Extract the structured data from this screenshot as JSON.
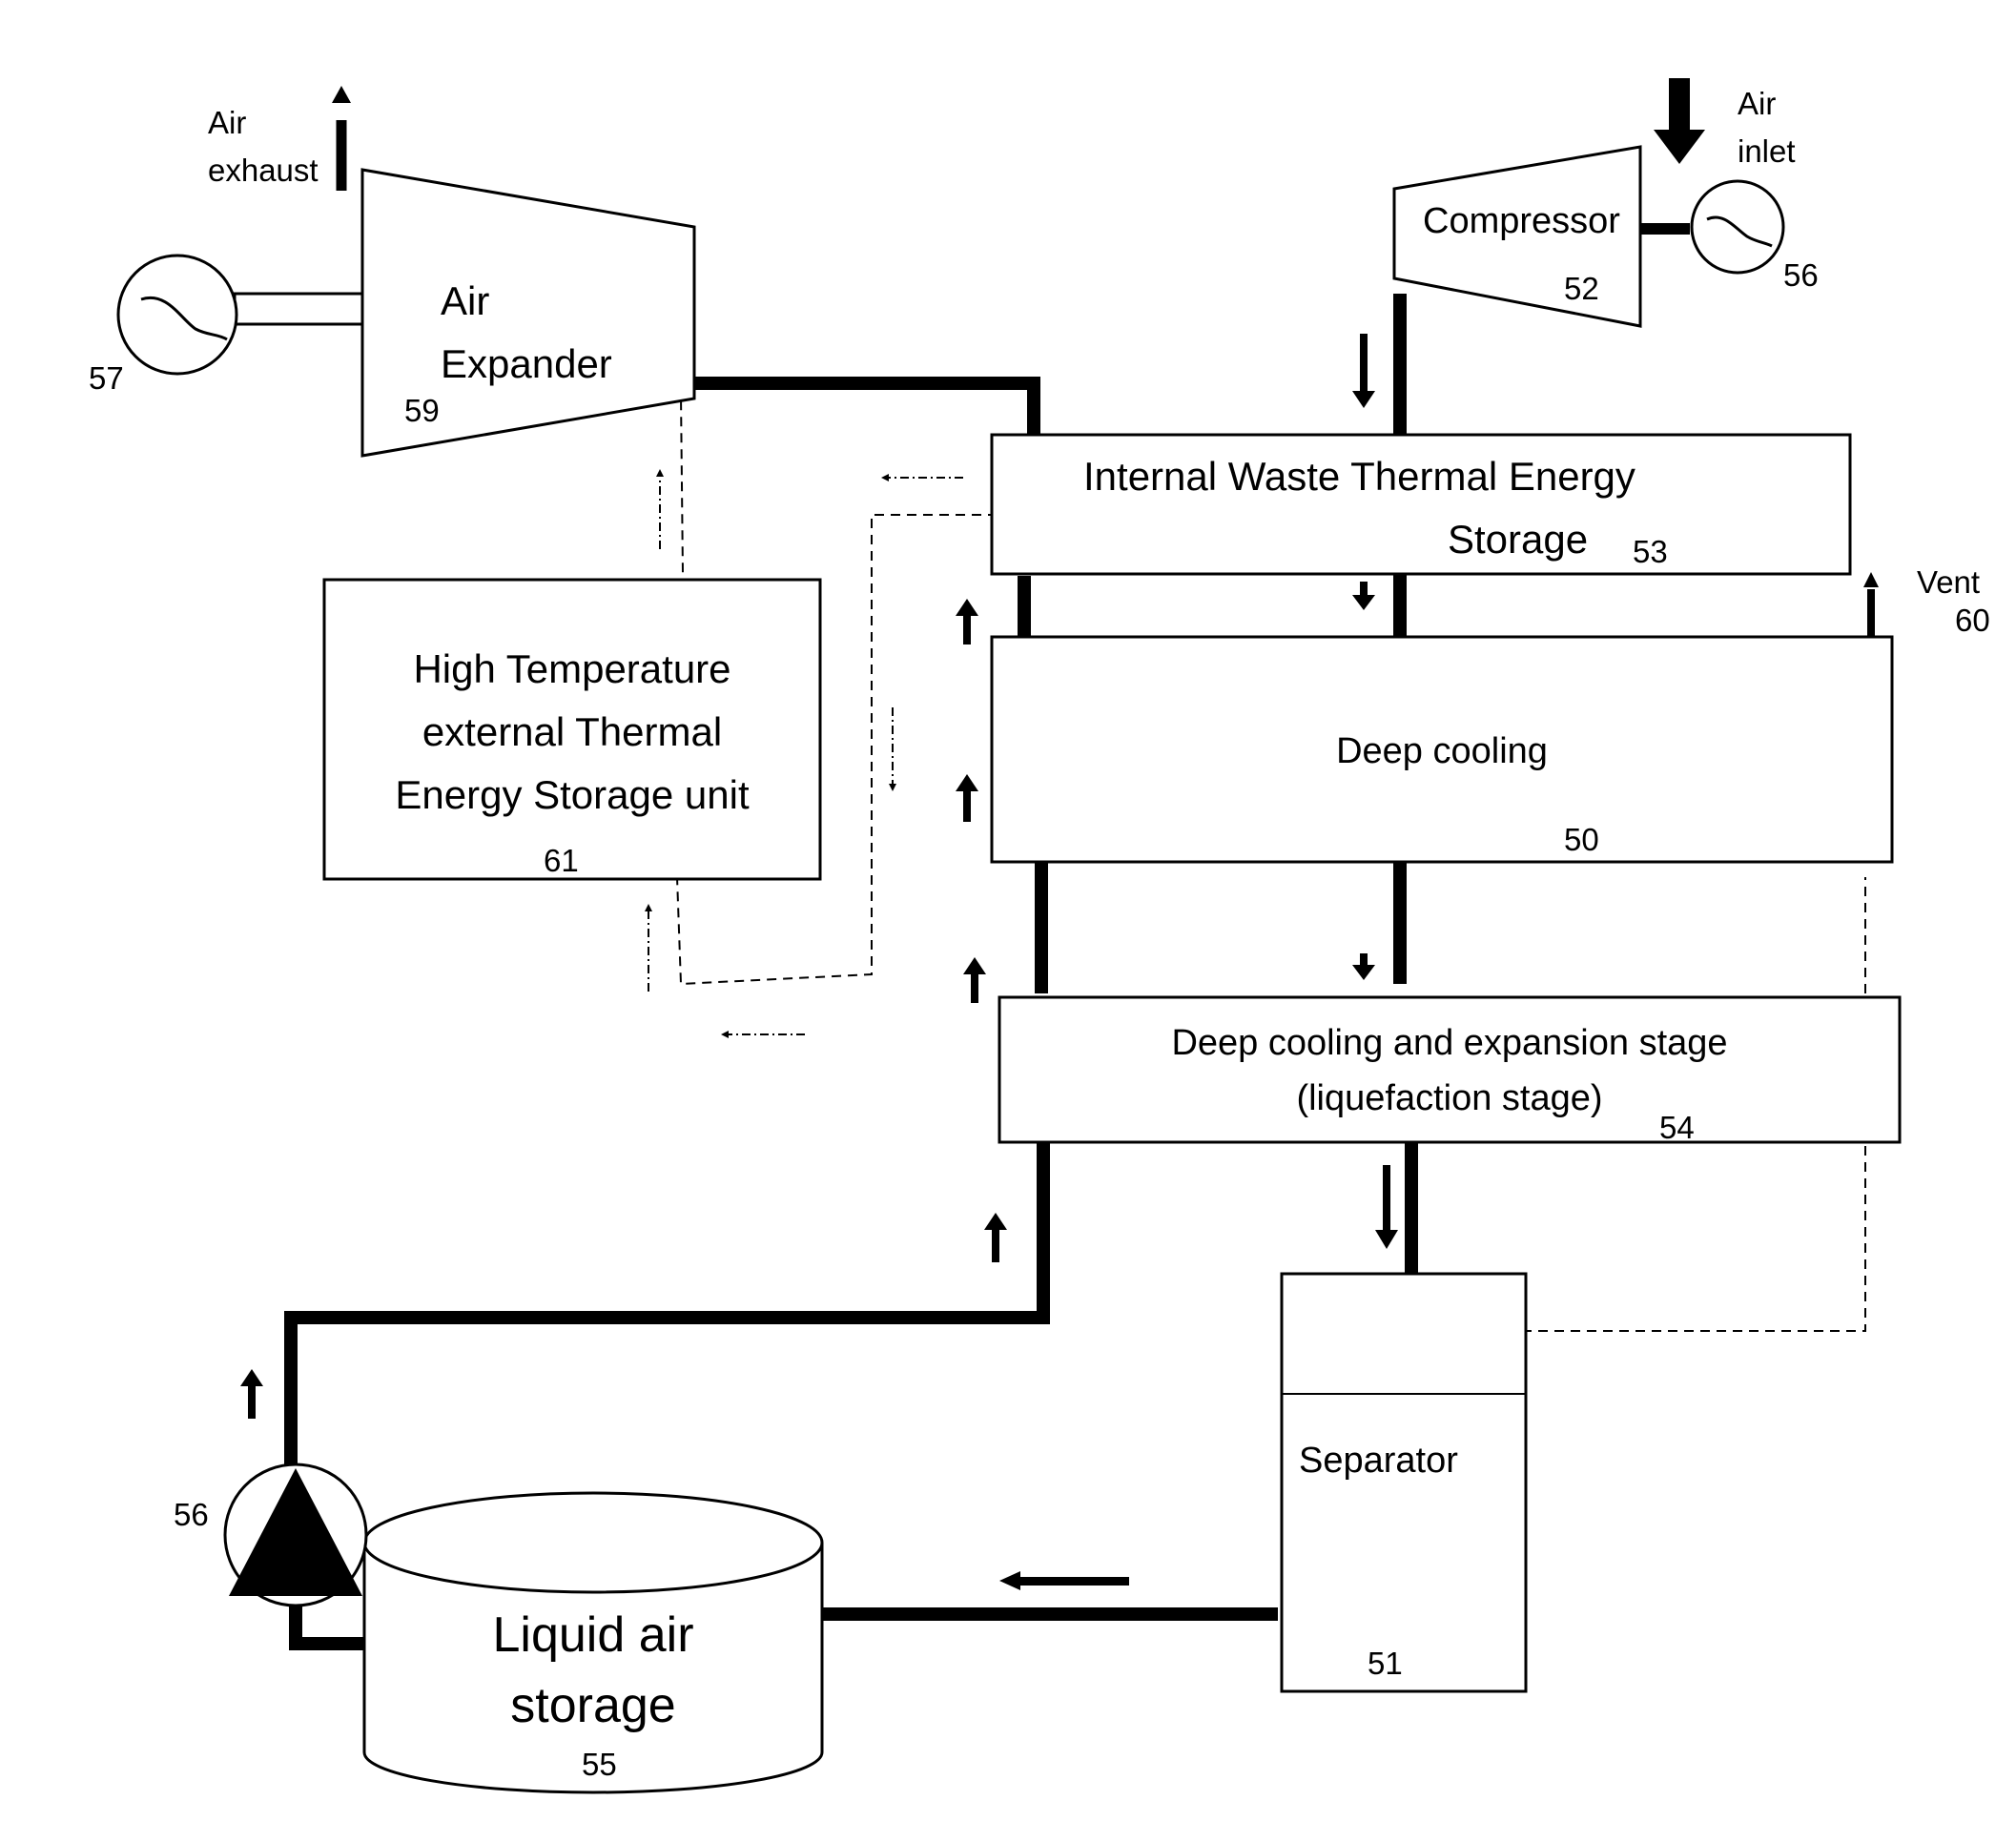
{
  "components": {
    "air_expander": {
      "label_line1": "Air",
      "label_line2": "Expander",
      "number": "59"
    },
    "generator_57": {
      "number": "57"
    },
    "compressor": {
      "label": "Compressor",
      "number": "52"
    },
    "motor_56": {
      "number": "56"
    },
    "internal_tes": {
      "label_line1": "Internal Waste  Thermal Energy",
      "label_line2": "Storage",
      "number": "53"
    },
    "high_temp_tes": {
      "label_line1": "High Temperature",
      "label_line2": "external Thermal",
      "label_line3": "Energy Storage unit",
      "number": "61"
    },
    "deep_cooling": {
      "label": "Deep cooling",
      "number": "50"
    },
    "liquefaction_stage": {
      "label_line1": "Deep cooling and expansion stage",
      "label_line2": "(liquefaction stage)",
      "number": "54"
    },
    "separator": {
      "label": "Separator",
      "number": "51"
    },
    "liquid_air_storage": {
      "label_line1": "Liquid air",
      "label_line2": "storage",
      "number": "55"
    },
    "pump_56": {
      "number": "56"
    }
  },
  "flows": {
    "air_exhaust": {
      "line1": "Air",
      "line2": "exhaust"
    },
    "air_inlet": {
      "line1": "Air",
      "line2": "inlet"
    },
    "vent": {
      "label": "Vent",
      "number": "60"
    }
  }
}
